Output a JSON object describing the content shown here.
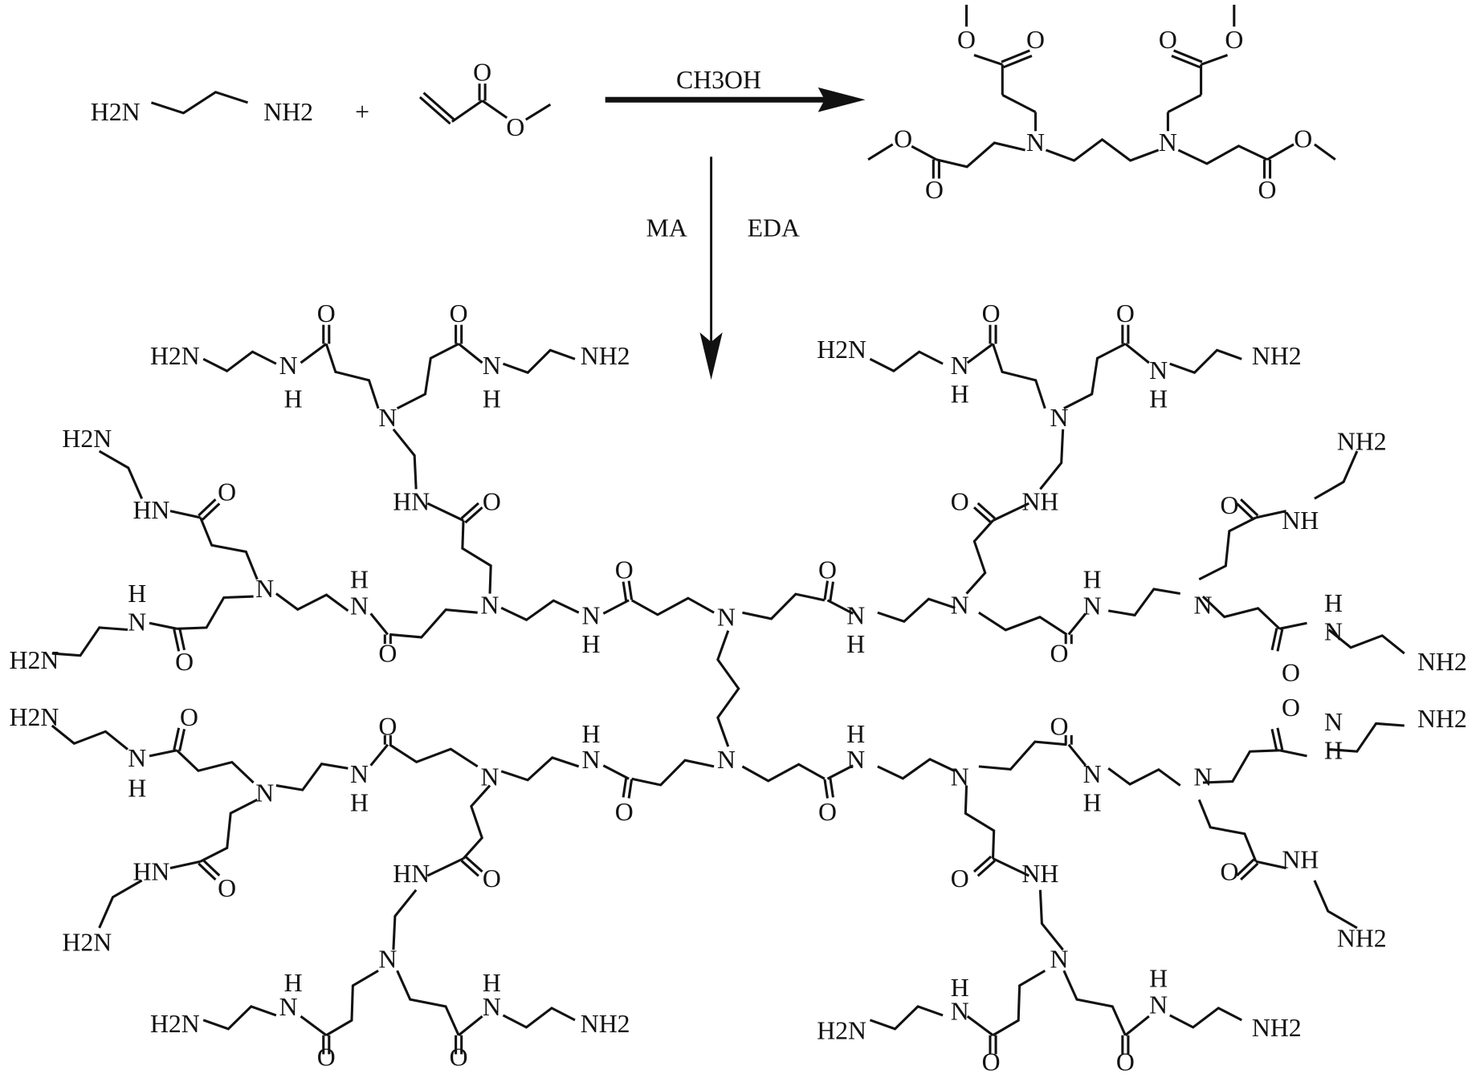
{
  "reaction": {
    "reactant1_left": "H2N",
    "reactant1_right": "NH2",
    "plus": "+",
    "reactant2_carbonyl_o": "O",
    "reactant2_ester_o": "O",
    "solvent": "CH3OH",
    "reagent_left": "MA",
    "reagent_right": "EDA",
    "product_labels": [
      "O",
      "O",
      "O",
      "O",
      "N",
      "N",
      "O",
      "O",
      "O",
      "O"
    ]
  },
  "dendrimer": {
    "top_left": [
      "H2N",
      "N",
      "H",
      "O",
      "O",
      "N",
      "H",
      "NH2",
      "N",
      "HN",
      "O",
      "H2N",
      "HN",
      "O",
      "N",
      "H",
      "N",
      "H2N",
      "O",
      "H",
      "N",
      "O",
      "N",
      "O",
      "N",
      "H",
      "N"
    ],
    "top_right": [
      "H2N",
      "N",
      "H",
      "O",
      "O",
      "N",
      "H",
      "NH2",
      "N",
      "O",
      "NH",
      "NH2",
      "O",
      "NH",
      "N",
      "H",
      "N",
      "NH2",
      "O",
      "H",
      "N",
      "O",
      "N",
      "O",
      "N",
      "H"
    ],
    "bottom_left": [
      "H2N",
      "O",
      "N",
      "H",
      "N",
      "HN",
      "O",
      "H2N",
      "O",
      "N",
      "H",
      "N",
      "H",
      "N",
      "O",
      "N",
      "HN",
      "O",
      "N",
      "H",
      "N",
      "H2N",
      "O",
      "H",
      "N",
      "O",
      "NH2"
    ],
    "bottom_right": [
      "O",
      "H",
      "N",
      "N",
      "O",
      "N",
      "H",
      "N",
      "O",
      "N",
      "H",
      "NH2",
      "O",
      "NH",
      "N",
      "O",
      "NH",
      "NH2",
      "H",
      "N",
      "H2N",
      "O",
      "H",
      "N",
      "O",
      "NH2"
    ]
  }
}
